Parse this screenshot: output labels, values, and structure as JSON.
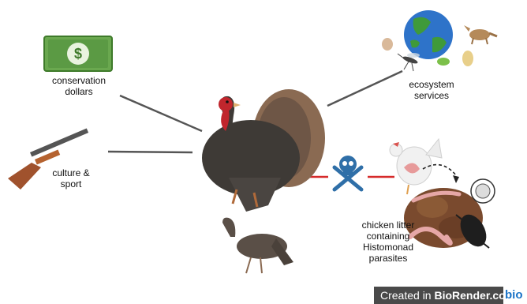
{
  "labels": {
    "conservation": "conservation\ndollars",
    "culture": "culture &\nsport",
    "ecosystem": "ecosystem\nservices",
    "litter": "chicken litter\ncontaining\nHistomonad\nparasites"
  },
  "watermark": {
    "prefix": "Created in ",
    "brand": "BioRender.com",
    "logo": "bio"
  },
  "colors": {
    "line_gray": "#555555",
    "line_red": "#d62b2b",
    "money_green": "#4f8a3a",
    "skull_blue": "#2f6fa8",
    "turkey_body": "#3e3a36",
    "turkey_red": "#c0262d",
    "globe_ocean": "#2e73c9",
    "globe_land": "#3f9a3a"
  },
  "icons": [
    "money-icon",
    "rifle-icon",
    "turkey-icon",
    "hen-icon",
    "globe-icon",
    "coyote-icon",
    "mosquito-icon",
    "skull-crossbones-icon",
    "chicken-icon",
    "litter-pile-icon",
    "worm-icon",
    "beetle-icon",
    "parasite-cell-icon"
  ]
}
